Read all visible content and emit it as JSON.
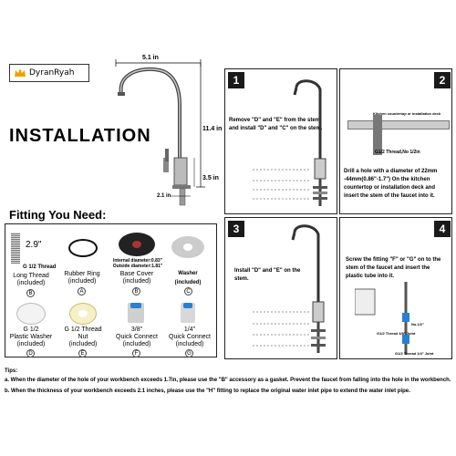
{
  "brand": {
    "name": "DyranRyah"
  },
  "title": "INSTALLATION",
  "faucet_dims": {
    "width": "5.1 in",
    "height": "11.4 in",
    "base_height": "3.5 in",
    "base_width": "2.1 in"
  },
  "fitting_title": "Fitting You Need:",
  "fittings": [
    {
      "id": "B",
      "label": "Long Thread",
      "sub": "(included)",
      "size": "G 1/2 Thread",
      "extra": "2.9\""
    },
    {
      "id": "A",
      "label": "Rubber Ring",
      "sub": "(included)"
    },
    {
      "id": "B2",
      "label": "Base Cover",
      "sub": "(included)",
      "note": "Internal diameter:0.83\" Outside diameter:1.81\""
    },
    {
      "id": "C",
      "label": "Washer",
      "sub": "(included)"
    },
    {
      "id": "D",
      "label": "Plastic Washer",
      "sub": "(included)",
      "size": "G 1/2"
    },
    {
      "id": "E",
      "label": "Nut",
      "sub": "(included)",
      "size": "G 1/2 Thread"
    },
    {
      "id": "F",
      "label": "Quick Connect",
      "sub": "(included)",
      "size": "3/8\""
    },
    {
      "id": "G",
      "label": "Quick Connect",
      "sub": "(included)",
      "size": "1/4\""
    }
  ],
  "steps": [
    {
      "num": "1",
      "text": "Remove \"D\" and \"E\" from the stem, and install \"D\" and \"C\" on the stem."
    },
    {
      "num": "2",
      "text": "Drill a hole with a diameter of 22mm -44mm(0.86\"-1.7\") On the kitchen countertop or installation deck and insert the stem of the faucet into it.",
      "label_top": "Kitchen countertop or installation deck",
      "label_mid": "G1/2 Thread,No 1/2in"
    },
    {
      "num": "3",
      "text": "Install \"D\" and \"E\" on the stem."
    },
    {
      "num": "4",
      "text": "Screw the fitting \"F\" or \"G\" on to the stem of the faucet and insert the plastic tube into it.",
      "label_a": "G1/2 Thread 3/8\" Joint",
      "label_b": "G1/2 Thread 1/4\" Joint",
      "label_c": "No.1/2\""
    }
  ],
  "tips": {
    "title": "Tips:",
    "a": "a. When the diameter of the hole of your workbench exceeds 1.7in, please use the \"B\" accessory as a gasket. Prevent the faucet from falling into the hole in the workbench.",
    "b": "b. When the thickness of your workbench exceeds 2.1 inches, please use the \"H\" fitting to replace the original water inlet pipe to extend the water inlet pipe."
  }
}
